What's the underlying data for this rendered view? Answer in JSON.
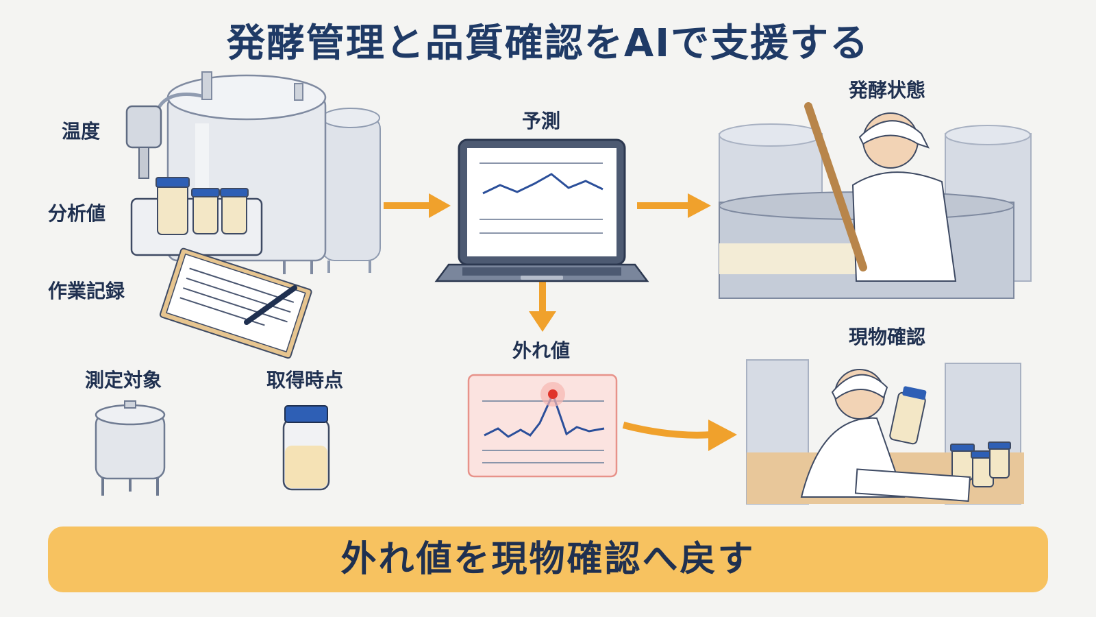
{
  "title": "発酵管理と品質確認をAIで支援する",
  "inputs": {
    "temperature": "温度",
    "analysis": "分析値",
    "work_record": "作業記録",
    "measurement_target": "測定対象",
    "acquisition_time": "取得時点"
  },
  "center": {
    "prediction": "予測",
    "outlier": "外れ値"
  },
  "outputs": {
    "fermentation_state": "発酵状態",
    "physical_check": "現物確認"
  },
  "banner": {
    "text": "外れ値を現物確認へ戻す"
  },
  "colors": {
    "arrow": "#f0a12c",
    "navy": "#1f3a66",
    "chart_line": "#2b4f9a",
    "alert_panel": "#fbe3e0",
    "alert_dot": "#e0352b",
    "banner": "#f7c260"
  }
}
